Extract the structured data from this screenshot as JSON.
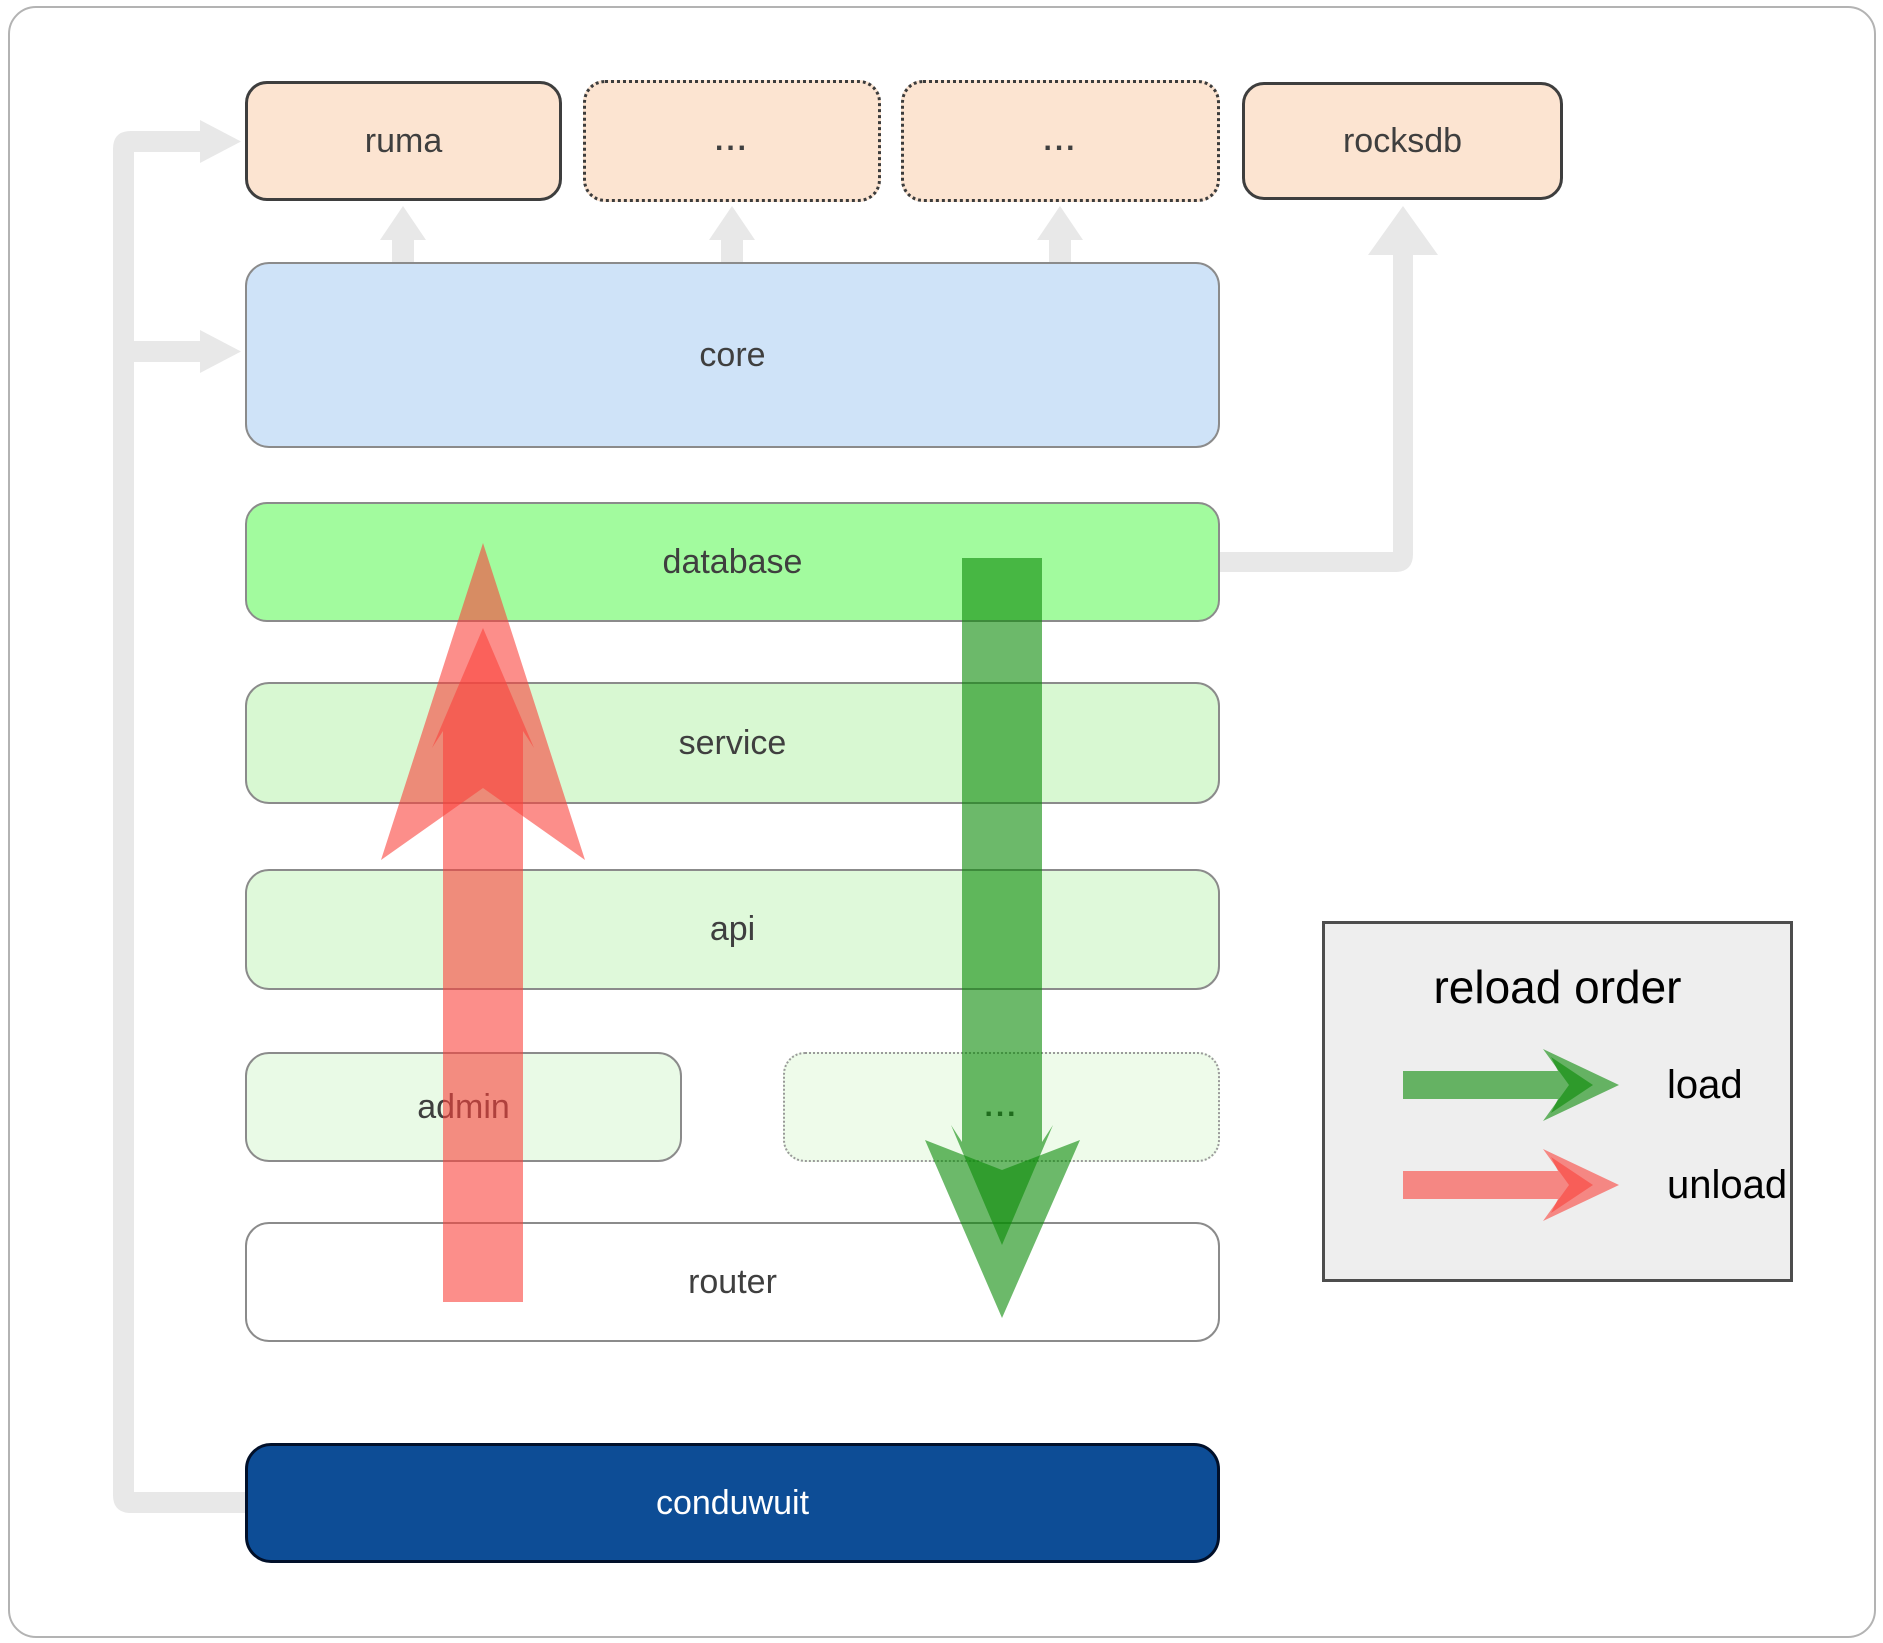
{
  "diagram": {
    "boxes": {
      "ruma": {
        "label": "ruma"
      },
      "ellipsis_top_1": {
        "label": "..."
      },
      "ellipsis_top_2": {
        "label": "..."
      },
      "rocksdb": {
        "label": "rocksdb"
      },
      "core": {
        "label": "core"
      },
      "database": {
        "label": "database"
      },
      "service": {
        "label": "service"
      },
      "api": {
        "label": "api"
      },
      "admin": {
        "label": "admin"
      },
      "ellipsis_bottom": {
        "label": "..."
      },
      "router": {
        "label": "router"
      },
      "conduwuit": {
        "label": "conduwuit"
      }
    }
  },
  "legend": {
    "title": "reload order",
    "items": [
      {
        "label": "load",
        "direction": "down"
      },
      {
        "label": "unload",
        "direction": "up"
      }
    ]
  },
  "colors": {
    "load_arrow": "#0a8a07",
    "unload_arrow": "#fa433c",
    "connector": "#e8e8e8",
    "conduwuit_bg": "#0d4d96",
    "core_bg": "#cfe3f8",
    "database_bg": "#a2fb9e",
    "peach_bg": "#fce4d1"
  }
}
